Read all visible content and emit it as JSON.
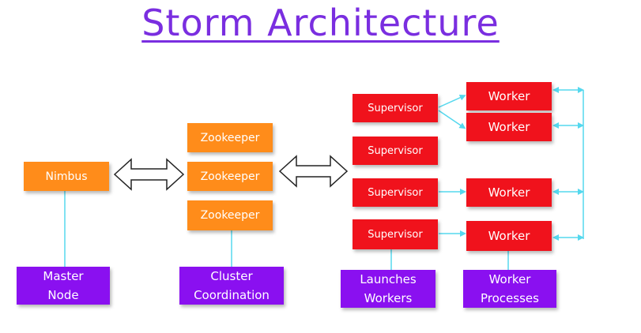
{
  "title": "Storm Architecture",
  "colors": {
    "title": "#7a2ee0",
    "orange": "#ff8c1a",
    "red": "#f0121c",
    "purple": "#8a10f0",
    "connector": "#55d8ee"
  },
  "nimbus": "Nimbus",
  "zookeepers": [
    "Zookeeper",
    "Zookeeper",
    "Zookeeper"
  ],
  "supervisors": [
    "Supervisor",
    "Supervisor",
    "Supervisor",
    "Supervisor"
  ],
  "workers": [
    "Worker",
    "Worker",
    "Worker",
    "Worker"
  ],
  "labels": {
    "master_node": [
      "Master",
      "Node"
    ],
    "cluster_coordination": [
      "Cluster",
      "Coordination"
    ],
    "launches_workers": [
      "Launches",
      "Workers"
    ],
    "worker_processes": [
      "Worker",
      "Processes"
    ]
  }
}
